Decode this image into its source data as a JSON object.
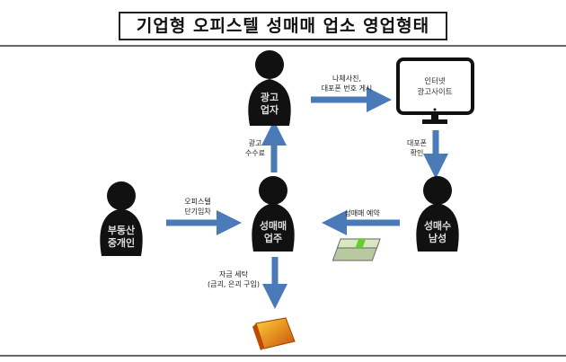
{
  "title": "기업형 오피스텔 성매매 업소 영업형태",
  "actors": {
    "advertiser": [
      "광고",
      "업자"
    ],
    "owner": [
      "성매매",
      "업주"
    ],
    "broker": [
      "부동산",
      "중개인"
    ],
    "buyer": [
      "성매수",
      "남성"
    ]
  },
  "website": [
    "인터넷",
    "광고사이트"
  ],
  "arrows": {
    "post": [
      "나체사진,",
      "대포폰 번호 게시"
    ],
    "fee": [
      "광고",
      "수수료"
    ],
    "check": [
      "대포폰",
      "확인"
    ],
    "lease": [
      "오피스텔",
      "단기임차"
    ],
    "reserve": "성매매 예약",
    "launder": [
      "자금 세탁",
      "(금괴, 은괴 구입)"
    ]
  },
  "colors": {
    "arrow": "#4a7ab8",
    "person": "#111111"
  }
}
